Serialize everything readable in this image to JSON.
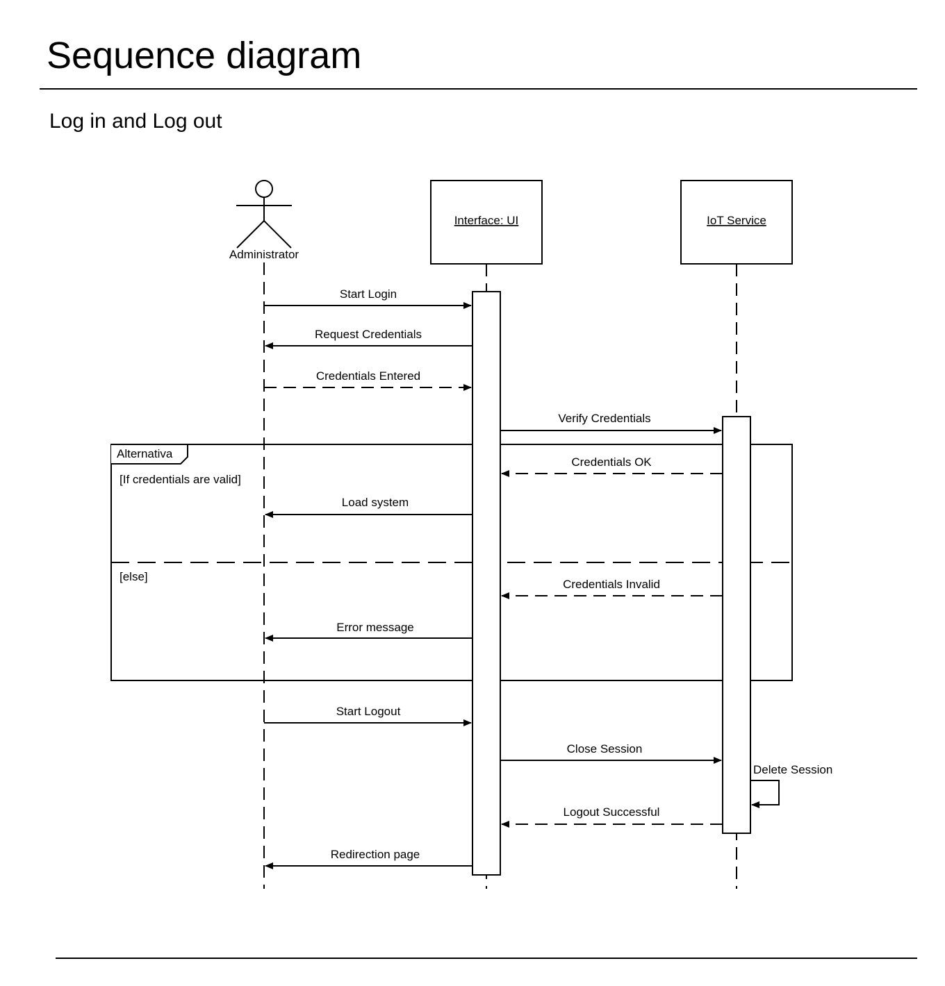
{
  "title": "Sequence diagram",
  "subtitle": "Log in and Log out",
  "participants": {
    "actor": "Administrator",
    "ui": "Interface: UI",
    "service": "IoT Service"
  },
  "fragment": {
    "label": "Alternativa",
    "guard_1": "[If credentials are valid]",
    "guard_2": "[else]"
  },
  "messages": {
    "start_login": "Start Login",
    "request_credentials": "Request Credentials",
    "credentials_entered": "Credentials Entered",
    "verify_credentials": "Verify Credentials",
    "credentials_ok": "Credentials OK",
    "load_system": "Load system",
    "credentials_invalid": "Credentials Invalid",
    "error_message": "Error message",
    "start_logout": "Start Logout",
    "close_session": "Close Session",
    "delete_session": "Delete Session",
    "logout_successful": "Logout Successful",
    "redirection_page": "Redirection page"
  }
}
